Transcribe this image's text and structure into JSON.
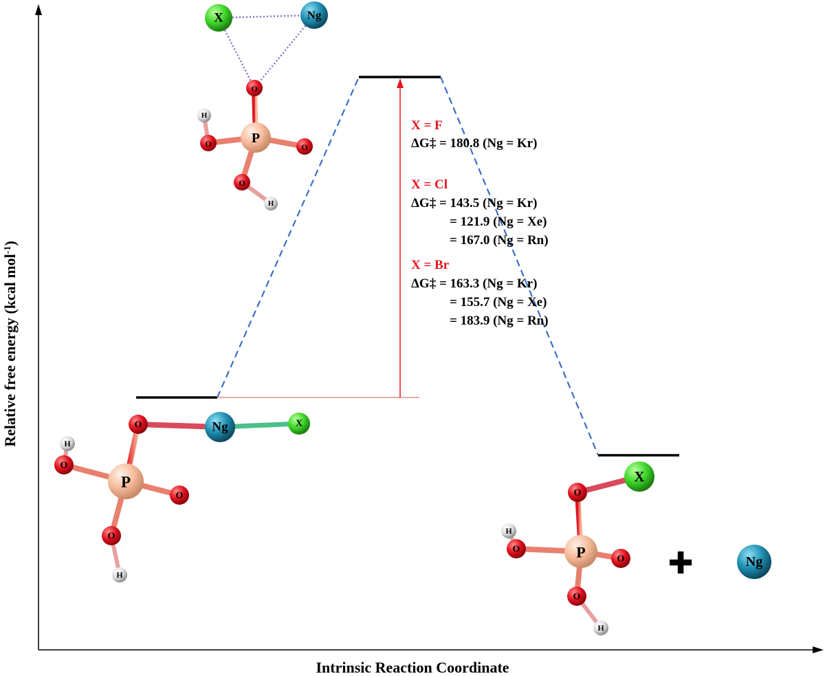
{
  "axes": {
    "x_title": "Intrinsic Reaction Coordinate",
    "y_title_main": "Relative free energy (kcal mol",
    "y_title_sup": "-1",
    "y_title_close": ")"
  },
  "levels": {
    "reactant": "reactant-level",
    "transition_state": "transition-state-level",
    "product": "product-level"
  },
  "annotation": {
    "cases": [
      {
        "label": "X = F",
        "lines": [
          "ΔG‡ = 180.8 (Ng = Kr)"
        ]
      },
      {
        "label": "X = Cl",
        "lines": [
          "ΔG‡ = 143.5 (Ng = Kr)",
          "= 121.9 (Ng = Xe)",
          "= 167.0 (Ng = Rn)"
        ]
      },
      {
        "label": "X = Br",
        "lines": [
          "ΔG‡ = 163.3 (Ng = Kr)",
          "= 155.7 (Ng = Xe)",
          "= 183.9 (Ng = Rn)"
        ]
      }
    ]
  },
  "atoms": {
    "X": "X",
    "Ng": "Ng",
    "O": "O",
    "P": "P",
    "H": "H"
  },
  "plus_sign": "✚",
  "colors": {
    "level_line": "#000000",
    "dashed_path": "#3a6fc4",
    "barrier_arrow": "#e8131b",
    "baseline_ref": "#f08a8a",
    "label_red": "#e8131b",
    "oxygen": "#d80f1c",
    "phosphorus": "#f7c3a5",
    "hydrogen": "#e6e6e6",
    "halogen": "#3fd62a",
    "noble_gas": "#1f8fb2",
    "weak_bond": "#8a6fc4"
  }
}
